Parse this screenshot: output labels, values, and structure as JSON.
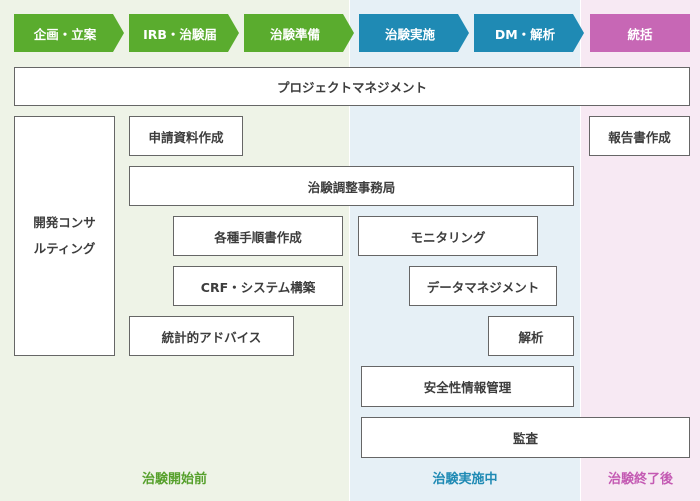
{
  "steps": [
    {
      "label": "企画・立案",
      "color": "#5aac2e"
    },
    {
      "label": "IRB・治験届",
      "color": "#5aac2e"
    },
    {
      "label": "治験準備",
      "color": "#5aac2e"
    },
    {
      "label": "治験実施",
      "color": "#1f8ab4"
    },
    {
      "label": "DM・解析",
      "color": "#1f8ab4"
    },
    {
      "label": "統括",
      "color": "#c767b5"
    }
  ],
  "phases": {
    "pre": "治験開始前",
    "during": "治験実施中",
    "post": "治験終了後"
  },
  "services": {
    "project_management": "プロジェクトマネジメント",
    "development_consulting_line1": "開発コンサ",
    "development_consulting_line2": "ルティング",
    "application_documents": "申請資料作成",
    "trial_office": "治験調整事務局",
    "protocol_writing": "各種手順書作成",
    "crf_system": "CRF・システム構築",
    "statistical_advice": "統計的アドバイス",
    "monitoring": "モニタリング",
    "data_management": "データマネジメント",
    "analysis": "解析",
    "safety_management": "安全性情報管理",
    "audit": "監査",
    "report_writing": "報告書作成"
  }
}
